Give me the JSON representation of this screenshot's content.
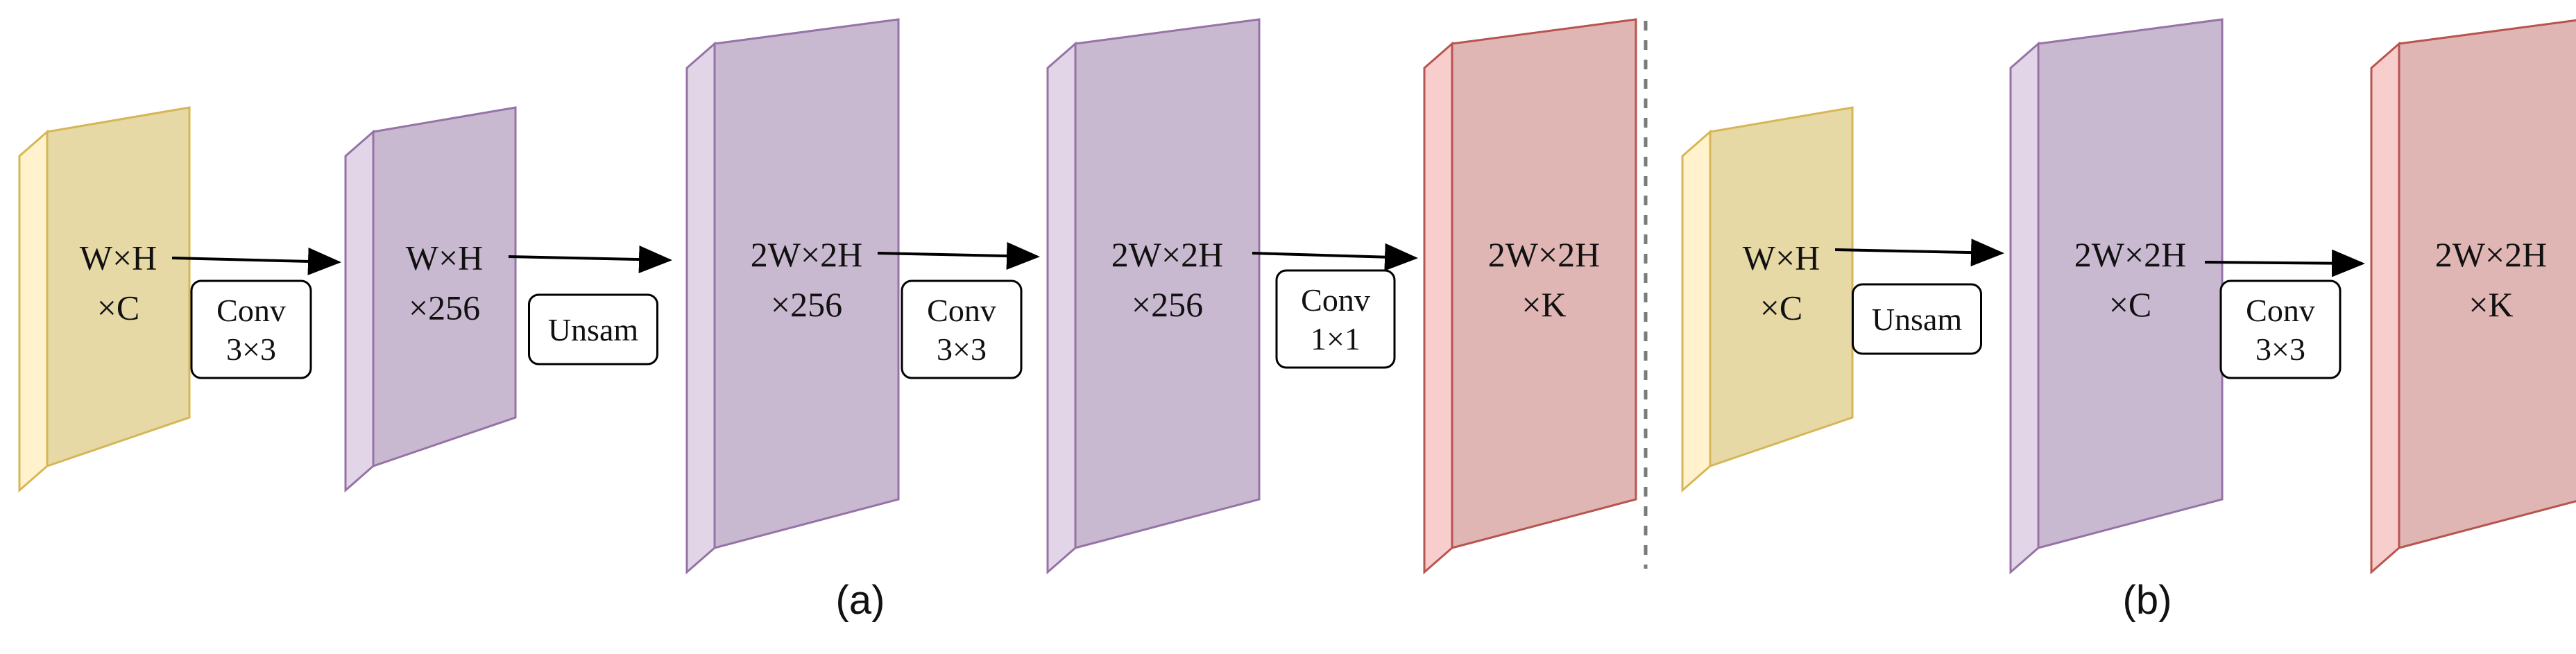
{
  "colors": {
    "yellow": {
      "side": "#fff2cc",
      "front": "#e6d9a6",
      "stroke": "#d6b656"
    },
    "purple": {
      "side": "#e1d5e7",
      "front": "#c8b9d1",
      "stroke": "#9673a6"
    },
    "red": {
      "side": "#f8cecc",
      "front": "#e0b6b5",
      "stroke": "#b85450"
    },
    "divider": "#7a7a7a"
  },
  "panel_a": {
    "caption": "(a)",
    "blocks": [
      {
        "lines": [
          "W×H",
          "×C"
        ],
        "color": "yellow"
      },
      {
        "lines": [
          "W×H",
          "×256"
        ],
        "color": "purple"
      },
      {
        "lines": [
          "2W×2H",
          "×256"
        ],
        "color": "purple"
      },
      {
        "lines": [
          "2W×2H",
          "×256"
        ],
        "color": "purple"
      },
      {
        "lines": [
          "2W×2H",
          "×K"
        ],
        "color": "red"
      }
    ],
    "operations": [
      {
        "lines": [
          "Conv",
          "3×3"
        ]
      },
      {
        "lines": [
          "Unsam"
        ]
      },
      {
        "lines": [
          "Conv",
          "3×3"
        ]
      },
      {
        "lines": [
          "Conv",
          "1×1"
        ]
      }
    ]
  },
  "panel_b": {
    "caption": "(b)",
    "blocks": [
      {
        "lines": [
          "W×H",
          "×C"
        ],
        "color": "yellow"
      },
      {
        "lines": [
          "2W×2H",
          "×C"
        ],
        "color": "purple"
      },
      {
        "lines": [
          "2W×2H",
          "×K"
        ],
        "color": "red"
      }
    ],
    "operations": [
      {
        "lines": [
          "Unsam"
        ]
      },
      {
        "lines": [
          "Conv",
          "3×3"
        ]
      }
    ]
  }
}
